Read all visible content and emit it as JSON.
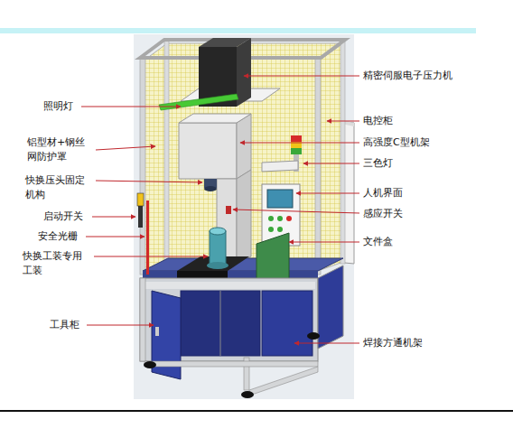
{
  "diagram": {
    "labels": [
      "精密伺服电子压力机",
      "照明灯",
      "电控柜",
      "铝型材+钢丝 网防护罩",
      "高强度C型机架",
      "三色灯",
      "快换压头固定 机构",
      "人机界面",
      "启动开关",
      "感应开关",
      "安全光栅",
      "文件盒",
      "快换工装专用 工装",
      "工具柜",
      "焊接方通机架"
    ]
  }
}
